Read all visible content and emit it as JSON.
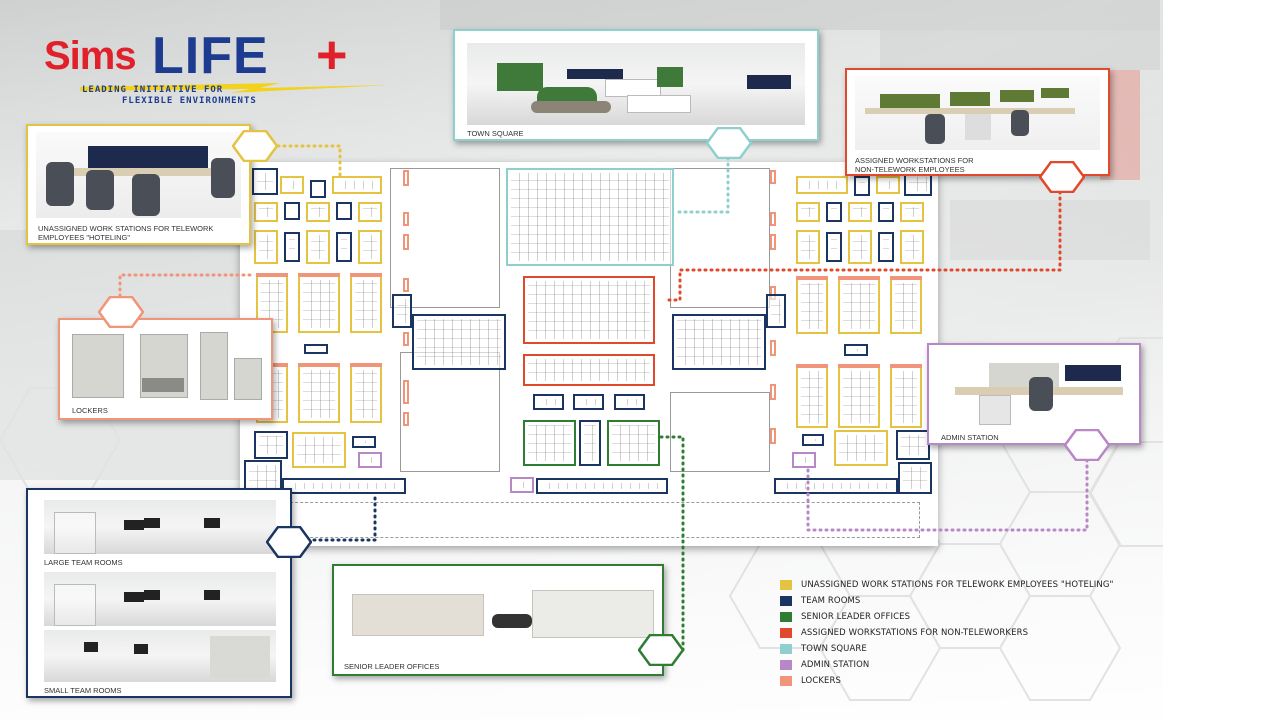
{
  "logo": {
    "brand_part1": "Sims",
    "brand_part2": "LIFE",
    "brand_plus": "+",
    "tagline_line1": "LEADING INITIATIVE FOR",
    "tagline_line2": "FLEXIBLE ENVIRONMENTS",
    "colors": {
      "red": "#e0202a",
      "blue": "#1d3b8f",
      "bolt": "#f2d21c"
    }
  },
  "callouts": {
    "hoteling": {
      "caption_line1": "UNASSIGNED WORK STATIONS FOR TELEWORK",
      "caption_line2": "EMPLOYEES \"HOTELING\"",
      "color": "#e3c341"
    },
    "town_square": {
      "caption": "TOWN SQUARE",
      "color": "#8fd0cf"
    },
    "assigned": {
      "caption_line1": "ASSIGNED WORKSTATIONS FOR",
      "caption_line2": "NON-TELEWORK EMPLOYEES",
      "color": "#e0492b"
    },
    "lockers": {
      "caption": "LOCKERS",
      "color": "#f0957a"
    },
    "admin": {
      "caption": "ADMIN STATION",
      "color": "#b787c6"
    },
    "team_rooms": {
      "caption_large": "LARGE TEAM ROOMS",
      "caption_small": "SMALL TEAM ROOMS",
      "color": "#1a3561"
    },
    "senior": {
      "caption": "SENIOR LEADER OFFICES",
      "color": "#2e7d32"
    }
  },
  "legend": {
    "items": [
      {
        "label": "UNASSIGNED WORK STATIONS FOR TELEWORK EMPLOYEES \"HOTELING\"",
        "color": "#e3c341"
      },
      {
        "label": "TEAM ROOMS",
        "color": "#1a3561"
      },
      {
        "label": "SENIOR LEADER OFFICES",
        "color": "#2e7d32"
      },
      {
        "label": "ASSIGNED WORKSTATIONS FOR NON-TELEWORKERS",
        "color": "#e0492b"
      },
      {
        "label": "TOWN SQUARE",
        "color": "#8fd0cf"
      },
      {
        "label": "ADMIN STATION",
        "color": "#b787c6"
      },
      {
        "label": "LOCKERS",
        "color": "#f0957a"
      }
    ]
  }
}
